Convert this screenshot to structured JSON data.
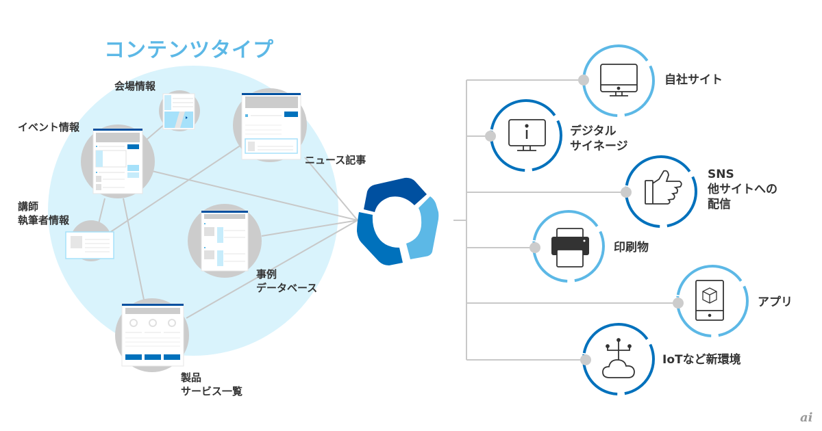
{
  "title": "コンテンツタイプ",
  "colors": {
    "bubble": "#d9f3fc",
    "node_gray": "#cccccc",
    "line_gray": "#c8c8c8",
    "title_blue": "#5cb8e6",
    "dark_blue": "#0071bc",
    "navy": "#0050a0",
    "light_blue": "#5cb8e6",
    "icon_dark": "#333333"
  },
  "content_types": [
    {
      "id": "venue",
      "label": "会場情報"
    },
    {
      "id": "event",
      "label": "イベント情報"
    },
    {
      "id": "news",
      "label": "ニュース記事"
    },
    {
      "id": "speaker",
      "label": "講師\n執筆者情報"
    },
    {
      "id": "case",
      "label": "事例\nデータベース"
    },
    {
      "id": "product",
      "label": "製品\nサービス一覧"
    }
  ],
  "channels": [
    {
      "id": "own-site",
      "label": "自社サイト",
      "icon": "desktop-monitor-icon",
      "ring": "light"
    },
    {
      "id": "signage",
      "label": "デジタル\nサイネージ",
      "icon": "info-monitor-icon",
      "ring": "dark"
    },
    {
      "id": "sns",
      "label": "SNS\n他サイトへの\n配信",
      "icon": "thumbs-up-icon",
      "ring": "dark"
    },
    {
      "id": "print",
      "label": "印刷物",
      "icon": "printer-icon",
      "ring": "light"
    },
    {
      "id": "app",
      "label": "アプリ",
      "icon": "tablet-cube-icon",
      "ring": "light"
    },
    {
      "id": "iot",
      "label": "IoTなど新環境",
      "icon": "cloud-network-icon",
      "ring": "dark"
    }
  ],
  "watermark": "ai"
}
